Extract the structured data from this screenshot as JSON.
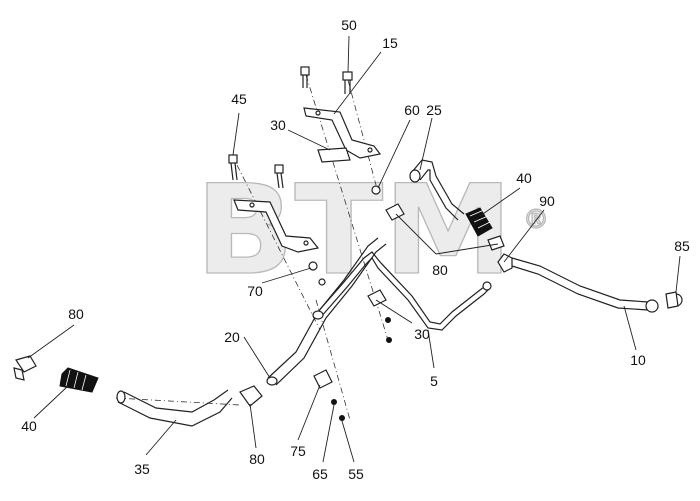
{
  "watermark": {
    "text": "BTM",
    "mark": "®"
  },
  "callouts": [
    {
      "id": "50",
      "text": "50"
    },
    {
      "id": "15",
      "text": "15"
    },
    {
      "id": "45",
      "text": "45"
    },
    {
      "id": "30a",
      "text": "30"
    },
    {
      "id": "60",
      "text": "60"
    },
    {
      "id": "25",
      "text": "25"
    },
    {
      "id": "40a",
      "text": "40"
    },
    {
      "id": "90",
      "text": "90"
    },
    {
      "id": "85",
      "text": "85"
    },
    {
      "id": "80a",
      "text": "80"
    },
    {
      "id": "70",
      "text": "70"
    },
    {
      "id": "30b",
      "text": "30"
    },
    {
      "id": "20",
      "text": "20"
    },
    {
      "id": "5",
      "text": "5"
    },
    {
      "id": "10",
      "text": "10"
    },
    {
      "id": "80b",
      "text": "80"
    },
    {
      "id": "40b",
      "text": "40"
    },
    {
      "id": "35",
      "text": "35"
    },
    {
      "id": "80c",
      "text": "80"
    },
    {
      "id": "75",
      "text": "75"
    },
    {
      "id": "65",
      "text": "65"
    },
    {
      "id": "55",
      "text": "55"
    }
  ]
}
